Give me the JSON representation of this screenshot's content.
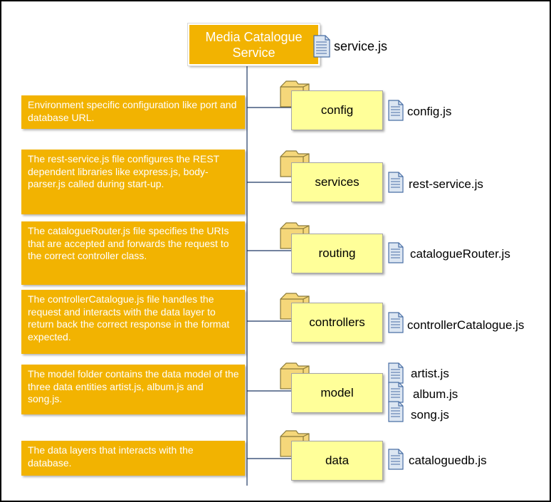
{
  "service": {
    "title": "Media Catalogue Service",
    "file": "service.js"
  },
  "rows": [
    {
      "folder": "config",
      "description": "Environment specific configuration like port and database URL.",
      "files": [
        "config.js"
      ]
    },
    {
      "folder": "services",
      "description": "The rest-service.js file configures the REST dependent libraries like express.js, body-parser.js called during start-up.",
      "files": [
        "rest-service.js"
      ]
    },
    {
      "folder": "routing",
      "description": "The catalogueRouter.js file specifies the URIs that are accepted and forwards the request to the correct controller class.",
      "files": [
        "catalogueRouter.js"
      ]
    },
    {
      "folder": "controllers",
      "description": "The controllerCatalogue.js file handles the request and interacts with the data layer to return back the correct response in the format expected.",
      "files": [
        "controllerCatalogue.js"
      ]
    },
    {
      "folder": "model",
      "description": "The model folder contains the data model of the three data entities artist.js, album.js and song.js.",
      "files": [
        "artist.js",
        "album.js",
        "song.js"
      ]
    },
    {
      "folder": "data",
      "description": "The data layers that interacts with the database.",
      "files": [
        "cataloguedb.js"
      ]
    }
  ],
  "colors": {
    "accent": "#f2b301",
    "folder_box": "#ffff99",
    "folder_icon": "#f5d77a",
    "file_icon": "#dce6f2",
    "connector": "#1f3864"
  }
}
